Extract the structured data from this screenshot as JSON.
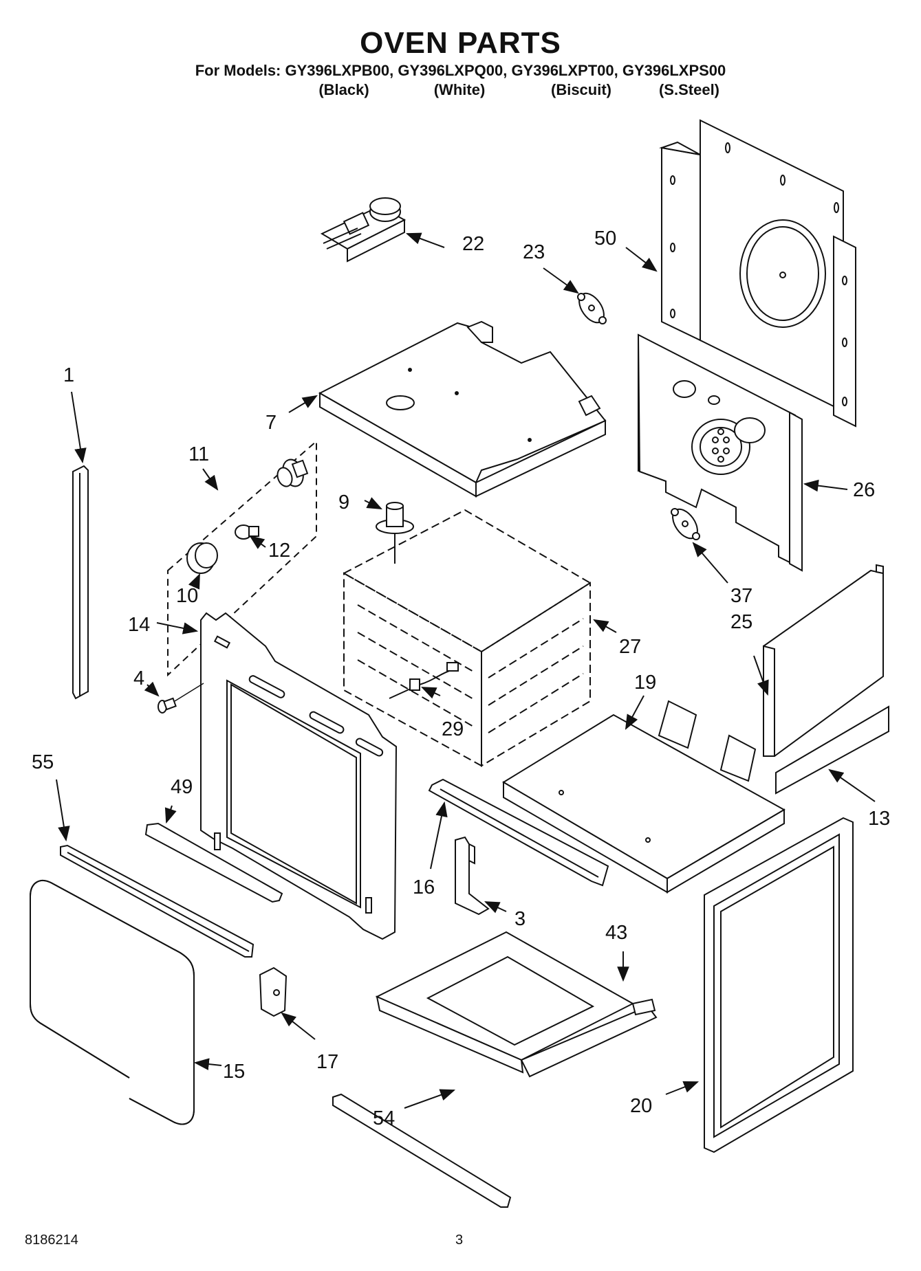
{
  "header": {
    "title": "OVEN PARTS",
    "models_line": "For Models: GY396LXPB00, GY396LXPQ00, GY396LXPT00, GY396LXPS00",
    "variants": [
      "(Black)",
      "(White)",
      "(Biscuit)",
      "(S.Steel)"
    ]
  },
  "callouts": {
    "p1": "1",
    "p3": "3",
    "p4": "4",
    "p7": "7",
    "p9": "9",
    "p10": "10",
    "p11": "11",
    "p12": "12",
    "p13": "13",
    "p14": "14",
    "p15": "15",
    "p16": "16",
    "p17": "17",
    "p19": "19",
    "p20": "20",
    "p22": "22",
    "p23": "23",
    "p25": "25",
    "p26": "26",
    "p27": "27",
    "p29": "29",
    "p37": "37",
    "p43": "43",
    "p49": "49",
    "p50": "50",
    "p54": "54",
    "p55": "55"
  },
  "footer": {
    "doc_number": "8186214",
    "page_number": "3"
  }
}
